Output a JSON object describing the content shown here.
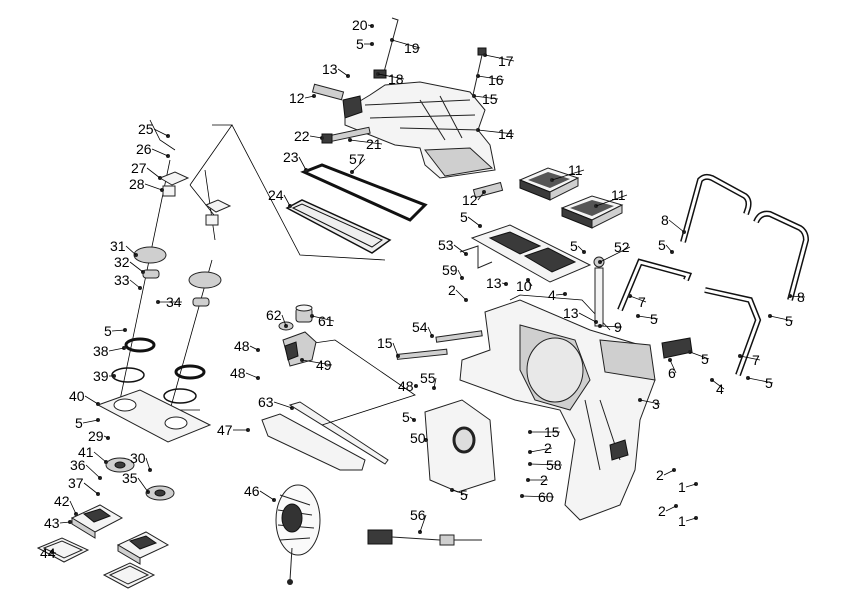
{
  "diagram": {
    "callouts": [
      {
        "n": "20"
      },
      {
        "n": "5"
      },
      {
        "n": "19"
      },
      {
        "n": "17"
      },
      {
        "n": "16"
      },
      {
        "n": "15"
      },
      {
        "n": "13"
      },
      {
        "n": "18"
      },
      {
        "n": "12"
      },
      {
        "n": "14"
      },
      {
        "n": "22"
      },
      {
        "n": "21"
      },
      {
        "n": "23"
      },
      {
        "n": "57"
      },
      {
        "n": "11"
      },
      {
        "n": "11"
      },
      {
        "n": "12"
      },
      {
        "n": "24"
      },
      {
        "n": "25"
      },
      {
        "n": "26"
      },
      {
        "n": "27"
      },
      {
        "n": "28"
      },
      {
        "n": "31"
      },
      {
        "n": "32"
      },
      {
        "n": "33"
      },
      {
        "n": "34"
      },
      {
        "n": "5"
      },
      {
        "n": "38"
      },
      {
        "n": "39"
      },
      {
        "n": "40"
      },
      {
        "n": "5"
      },
      {
        "n": "29"
      },
      {
        "n": "41"
      },
      {
        "n": "30"
      },
      {
        "n": "36"
      },
      {
        "n": "35"
      },
      {
        "n": "37"
      },
      {
        "n": "42"
      },
      {
        "n": "43"
      },
      {
        "n": "44"
      },
      {
        "n": "8"
      },
      {
        "n": "8"
      },
      {
        "n": "5"
      },
      {
        "n": "5"
      },
      {
        "n": "53"
      },
      {
        "n": "5"
      },
      {
        "n": "52"
      },
      {
        "n": "59"
      },
      {
        "n": "10"
      },
      {
        "n": "2"
      },
      {
        "n": "13"
      },
      {
        "n": "4"
      },
      {
        "n": "7"
      },
      {
        "n": "5"
      },
      {
        "n": "5"
      },
      {
        "n": "13"
      },
      {
        "n": "9"
      },
      {
        "n": "54"
      },
      {
        "n": "62"
      },
      {
        "n": "61"
      },
      {
        "n": "48"
      },
      {
        "n": "49"
      },
      {
        "n": "15"
      },
      {
        "n": "48"
      },
      {
        "n": "55"
      },
      {
        "n": "48"
      },
      {
        "n": "5"
      },
      {
        "n": "6"
      },
      {
        "n": "7"
      },
      {
        "n": "4"
      },
      {
        "n": "5"
      },
      {
        "n": "3"
      },
      {
        "n": "63"
      },
      {
        "n": "47"
      },
      {
        "n": "5"
      },
      {
        "n": "50"
      },
      {
        "n": "15"
      },
      {
        "n": "2"
      },
      {
        "n": "58"
      },
      {
        "n": "2"
      },
      {
        "n": "60"
      },
      {
        "n": "5"
      },
      {
        "n": "2"
      },
      {
        "n": "1"
      },
      {
        "n": "2"
      },
      {
        "n": "1"
      },
      {
        "n": "46"
      },
      {
        "n": "56"
      }
    ]
  }
}
